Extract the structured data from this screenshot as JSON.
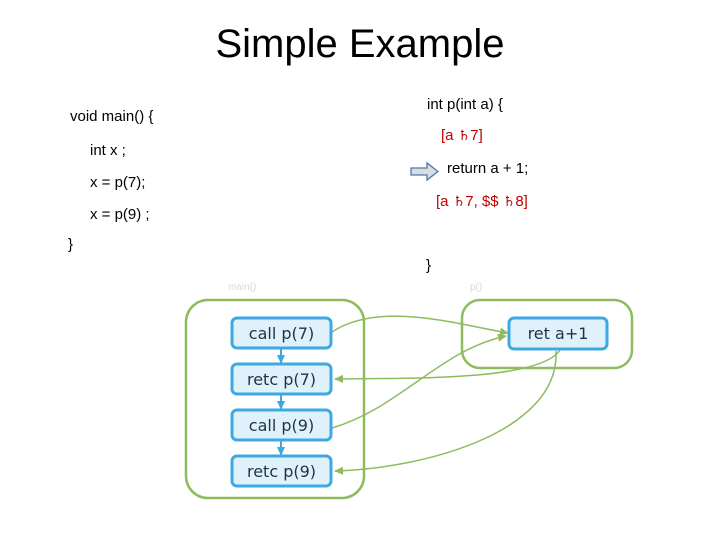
{
  "title": "Simple Example",
  "main_code": {
    "line1": "void main() {",
    "line2": "int x ;",
    "line3": "x = p(7);",
    "line4": "x = p(9) ;",
    "line5": "}"
  },
  "p_code": {
    "line1": "int p(int a) {",
    "annotation1": {
      "open": "[a ",
      "symbol": "♄",
      "close": "7]"
    },
    "line2": "return a + 1;",
    "annotation2": {
      "open": "[a ",
      "symbol1": "♄",
      "mid": "7, $$ ",
      "symbol2": "♄",
      "close": "8]"
    },
    "line3": "}"
  },
  "graph": {
    "main_nodes": [
      "call p(7)",
      "retc p(7)",
      "call p(9)",
      "retc p(9)"
    ],
    "p_node": "ret a+1",
    "main_caption": "main()",
    "p_caption": "p()"
  },
  "colors": {
    "annotation": "#c00000",
    "group_border": "#8dbb5e",
    "node_border": "#3da9e3",
    "node_fill": "#dff1fb",
    "edge": "#8dbb5e",
    "pointer_arrow_fill": "#dcdcdc",
    "pointer_arrow_border": "#4a78b5"
  },
  "icons": {
    "pointer": "right-arrow-icon"
  }
}
